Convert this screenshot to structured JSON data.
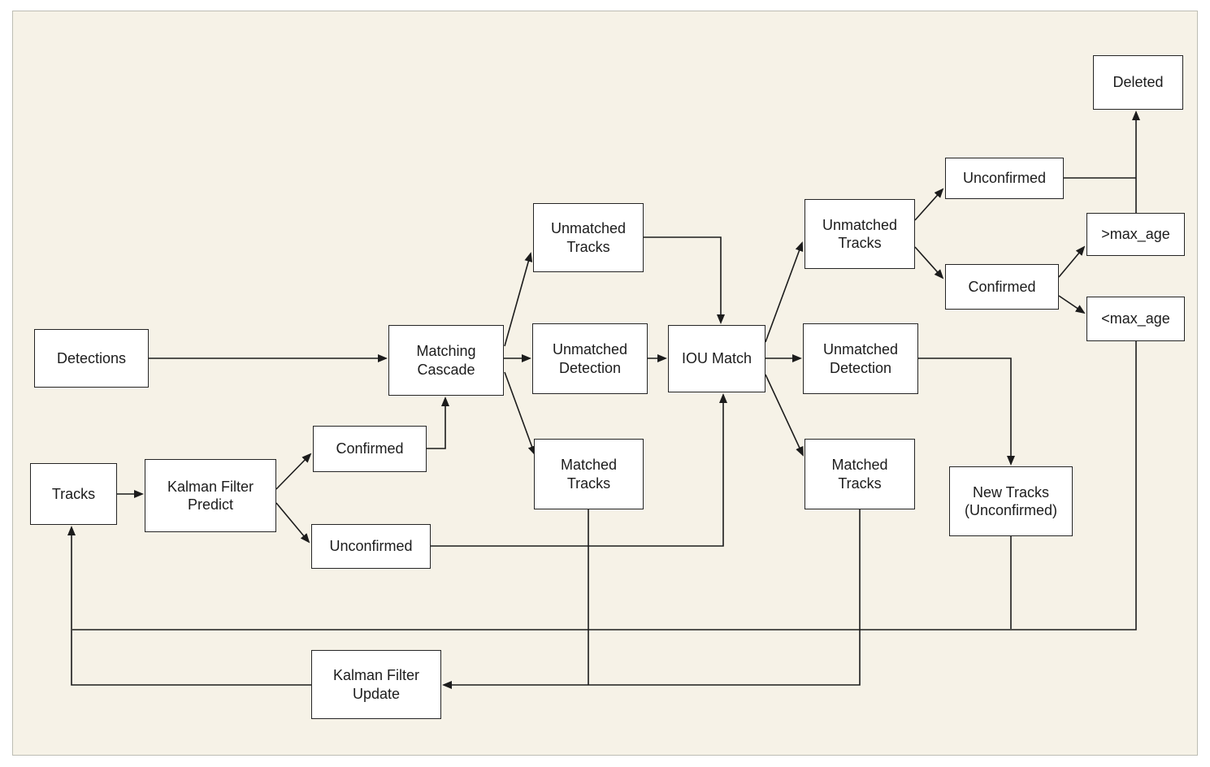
{
  "diagram": {
    "type": "flowchart",
    "description": "Object tracking (DeepSORT-style) matching pipeline flowchart",
    "background_color": "#f6f2e7",
    "node_fill_color": "#ffffff",
    "node_border_color": "#252525",
    "line_color": "#1c1c1c"
  },
  "nodes": {
    "detections": {
      "label": "Detections"
    },
    "tracks": {
      "label": "Tracks"
    },
    "kalman_filter_predict": {
      "label": "Kalman Filter Predict"
    },
    "confirmed_left": {
      "label": "Confirmed"
    },
    "unconfirmed_left": {
      "label": "Unconfirmed"
    },
    "matching_cascade": {
      "label": "Matching Cascade"
    },
    "unmatched_tracks_left": {
      "label": "Unmatched Tracks"
    },
    "unmatched_detection_left": {
      "label": "Unmatched Detection"
    },
    "matched_tracks_left": {
      "label": "Matched Tracks"
    },
    "iou_match": {
      "label": "IOU Match"
    },
    "unmatched_tracks_right": {
      "label": "Unmatched Tracks"
    },
    "unmatched_detection_right": {
      "label": "Unmatched Detection"
    },
    "matched_tracks_right": {
      "label": "Matched Tracks"
    },
    "unconfirmed_right": {
      "label": "Unconfirmed"
    },
    "confirmed_right": {
      "label": "Confirmed"
    },
    "deleted": {
      "label": "Deleted"
    },
    "gt_max_age": {
      "label": ">max_age"
    },
    "lt_max_age": {
      "label": "<max_age"
    },
    "new_tracks_unconfirmed": {
      "label": "New Tracks (Unconfirmed)"
    },
    "kalman_filter_update": {
      "label": "Kalman Filter Update"
    }
  },
  "edges": [
    {
      "from": "detections",
      "to": "matching_cascade"
    },
    {
      "from": "tracks",
      "to": "kalman_filter_predict"
    },
    {
      "from": "kalman_filter_predict",
      "to": "confirmed_left"
    },
    {
      "from": "kalman_filter_predict",
      "to": "unconfirmed_left"
    },
    {
      "from": "confirmed_left",
      "to": "matching_cascade"
    },
    {
      "from": "matching_cascade",
      "to": "unmatched_tracks_left"
    },
    {
      "from": "matching_cascade",
      "to": "unmatched_detection_left"
    },
    {
      "from": "matching_cascade",
      "to": "matched_tracks_left"
    },
    {
      "from": "unmatched_tracks_left",
      "to": "iou_match"
    },
    {
      "from": "unmatched_detection_left",
      "to": "iou_match"
    },
    {
      "from": "unconfirmed_left",
      "to": "iou_match"
    },
    {
      "from": "iou_match",
      "to": "unmatched_tracks_right"
    },
    {
      "from": "iou_match",
      "to": "unmatched_detection_right"
    },
    {
      "from": "iou_match",
      "to": "matched_tracks_right"
    },
    {
      "from": "unmatched_tracks_right",
      "to": "unconfirmed_right"
    },
    {
      "from": "unmatched_tracks_right",
      "to": "confirmed_right"
    },
    {
      "from": "unconfirmed_right",
      "to": "deleted"
    },
    {
      "from": "confirmed_right",
      "to": "gt_max_age"
    },
    {
      "from": "confirmed_right",
      "to": "lt_max_age"
    },
    {
      "from": "gt_max_age",
      "to": "deleted"
    },
    {
      "from": "unmatched_detection_right",
      "to": "new_tracks_unconfirmed"
    },
    {
      "from": "matched_tracks_left",
      "to": "kalman_filter_update"
    },
    {
      "from": "matched_tracks_right",
      "to": "kalman_filter_update"
    },
    {
      "from": "kalman_filter_update",
      "to": "tracks"
    },
    {
      "from": "lt_max_age",
      "to": "tracks"
    },
    {
      "from": "new_tracks_unconfirmed",
      "to": "tracks"
    }
  ]
}
